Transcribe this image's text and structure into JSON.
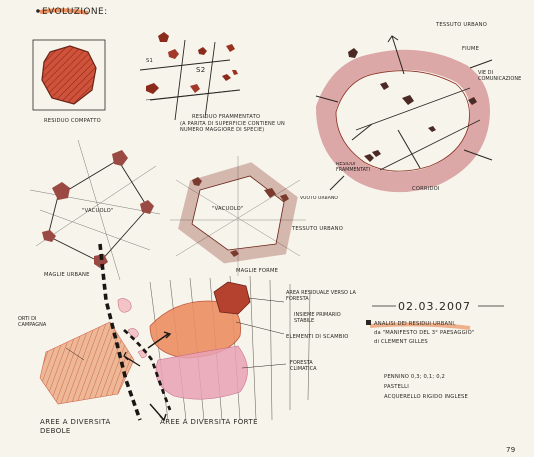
{
  "title": "EVOLUZIONE:",
  "labels": {
    "residuo_compatto": "RESIDUO COMPATTO",
    "residuo_frammentato": "RESIDUO FRAMMENTATO",
    "residuo_frammentato_note": "(A PARITÀ DI SUPERFICIE CONTIENE UN NUMERO MAGGIORE DI SPECIE)",
    "s1": "S1",
    "s2": "S2",
    "tessuto_urbano_top": "TESSUTO URBANO",
    "fiume": "FIUME",
    "vie_di_comunicazione": "VIE DI COMUNICAZIONE",
    "residui_frammentati": "RESIDUI FRAMMENTATI",
    "corridoi": "CORRIDOI",
    "vacuolo_left": "\"VACUOLO\"",
    "vacuolo_mid": "\"VACUOLO\"",
    "maglie_urbane": "MAGLIE URBANE",
    "vuoto_urbano": "VUOTO URBANO",
    "tessuto_urbano_mid": "TESSUTO URBANO",
    "maglie_forme": "MAGLIE FORME",
    "area_residuale": "AREA RESIDUALE VERSO LA FORESTA",
    "insieme_primario": "INSIEME PRIMARIO STABILE",
    "elementi_scambio": "ELEMENTI DI SCAMBIO",
    "foresta_climatica": "FORESTA CLIMATICA",
    "orti_campagna": "ORTI DI CAMPAGNA",
    "aree_debole": "AREE A DIVERSITÀ DEBOLE",
    "aree_forte": "AREE A DIVERSITÀ FORTE",
    "date": "02.03.2007",
    "analisi_1": "ANALISI DEI RESIDUI URBANI,",
    "analisi_2": "da \"MANIFESTO DEL 3° PAESAGGIO\"",
    "analisi_3": "di CLEMENT GILLES",
    "tools_1": "PENNINO 0,3; 0,1; 0,2",
    "tools_2": "PASTELLI",
    "tools_3": "ACQUERELLO RIGIDO INGLESE",
    "page_number": "79"
  },
  "colors": {
    "paper": "#f7f4ec",
    "ink": "#2a2622",
    "red_pencil": "#c94a32",
    "pink_wash": "#d99a98",
    "rose": "#e8a2b5",
    "orange": "#e8783c",
    "dark_residue": "#7a3a2e"
  }
}
